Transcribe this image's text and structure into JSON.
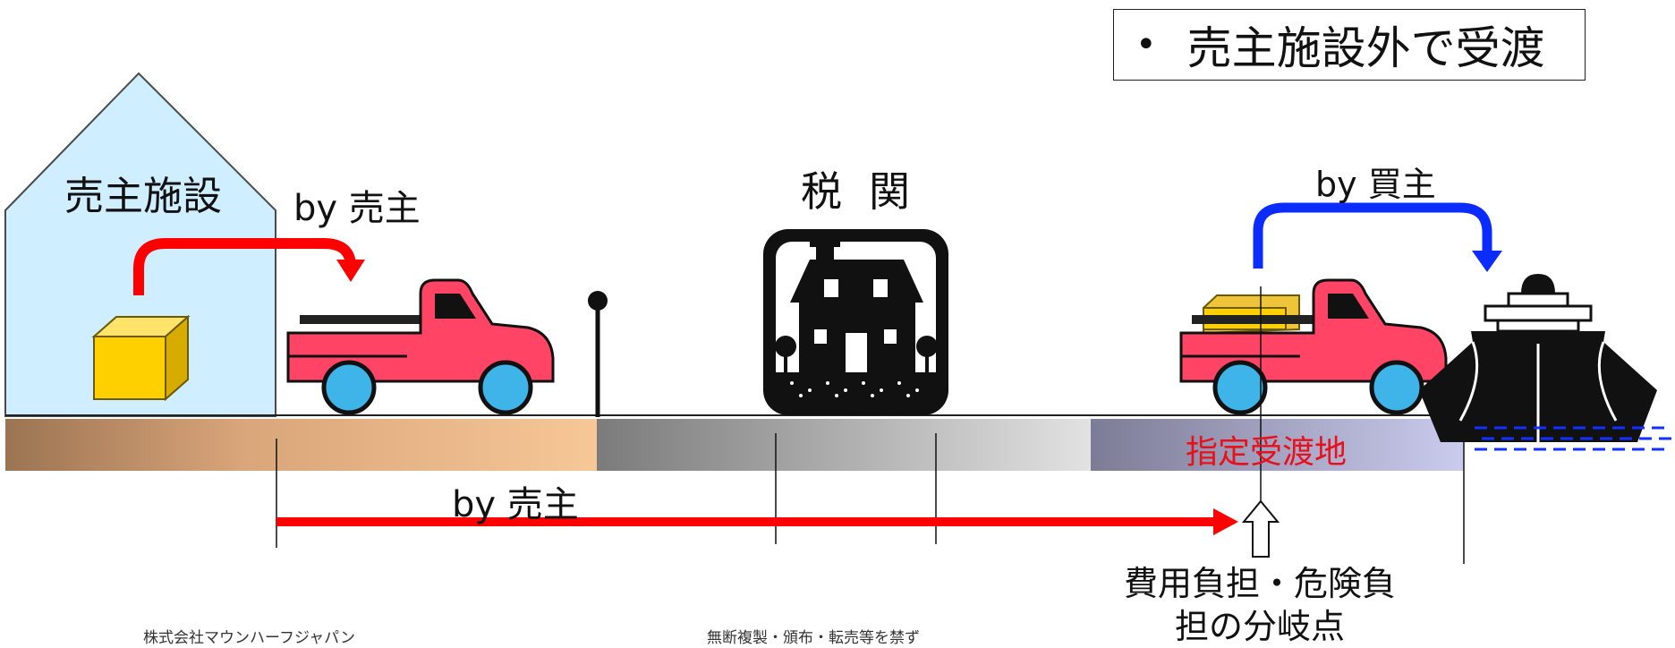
{
  "title": {
    "bullet": "•",
    "text": "売主施設外で受渡"
  },
  "labels": {
    "seller_facility": "売主施設",
    "by_seller_top": "by 売主",
    "customs": "税関",
    "by_buyer": "by 買主",
    "designated_place": "指定受渡地",
    "by_seller_bottom": "by 売主",
    "split_point": "費用負担・危険負担の分岐点"
  },
  "footer": {
    "left": "株式会社マウンハーフジャパン",
    "right": "無断複製・頒布・転売等を禁ず"
  },
  "colors": {
    "seller_arrow": "#ff0000",
    "buyer_arrow": "#0a2cff",
    "truck_body": "#ff4466",
    "wheel": "#3fb4e8",
    "cargo_box": "#ffd000",
    "house_fill": "#cfeeff",
    "place_text": "#e8101a"
  }
}
